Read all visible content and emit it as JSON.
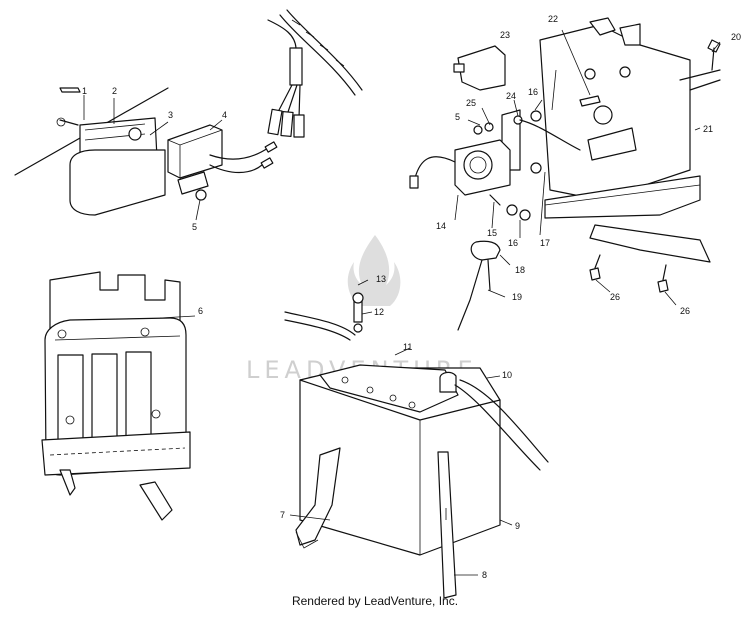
{
  "watermark": {
    "text": "LEADVENTURE"
  },
  "footer": {
    "text": "Rendered by LeadVenture, Inc."
  },
  "callouts": {
    "c1": "1",
    "c2": "2",
    "c3": "3",
    "c4": "4",
    "c5a": "5",
    "c6": "6",
    "c7": "7",
    "c8": "8",
    "c9": "9",
    "c10": "10",
    "c11": "11",
    "c12": "12",
    "c13": "13",
    "c14": "14",
    "c15": "15",
    "c16a": "16",
    "c16b": "16",
    "c17": "17",
    "c18": "18",
    "c19": "19",
    "c20": "20",
    "c21": "21",
    "c22": "22",
    "c23": "23",
    "c24": "24",
    "c25": "25",
    "c5b": "5",
    "c26a": "26",
    "c26b": "26"
  }
}
